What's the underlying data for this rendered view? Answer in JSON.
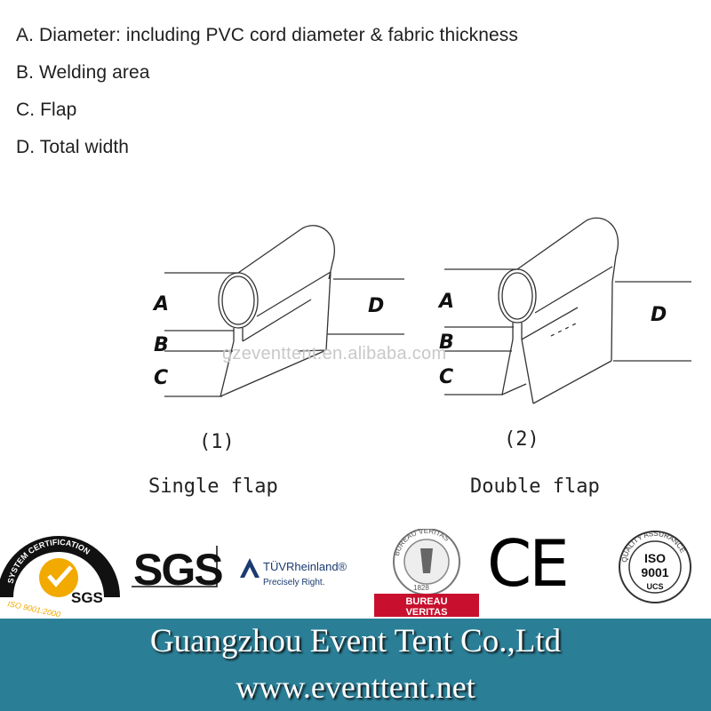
{
  "legend": [
    "A. Diameter: including PVC cord diameter & fabric thickness",
    "B. Welding area",
    "C. Flap",
    "D. Total width"
  ],
  "diagram_left": {
    "labels": [
      "A",
      "B",
      "C",
      "D"
    ],
    "number": "(1)",
    "caption": "Single flap"
  },
  "diagram_right": {
    "labels": [
      "A",
      "B",
      "C",
      "D"
    ],
    "number": "(2)",
    "caption": "Double flap"
  },
  "watermark": "gzeventtent.en.alibaba.com",
  "certifications": {
    "sgs_iso": {
      "arc_text": "SYSTEM CERTIFICATION",
      "iso_text": "ISO 9001:2000",
      "brand": "SGS"
    },
    "sgs": "SGS",
    "tuv": {
      "brand": "TÜVRheinland®",
      "tagline": "Precisely Right."
    },
    "bureau_veritas": {
      "ring_text": "BUREAU VERITAS",
      "year": "1828",
      "banner_top": "BUREAU",
      "banner_bottom": "VERITAS"
    },
    "ce": "CE",
    "iso": {
      "ring_text": "QUALITY ASSURANCE",
      "line1": "ISO",
      "line2": "9001",
      "line3": "UCS"
    }
  },
  "footer": {
    "company": "Guangzhou Event Tent Co.,Ltd",
    "website": "www.eventtent.net",
    "background": "#2a7f97"
  }
}
